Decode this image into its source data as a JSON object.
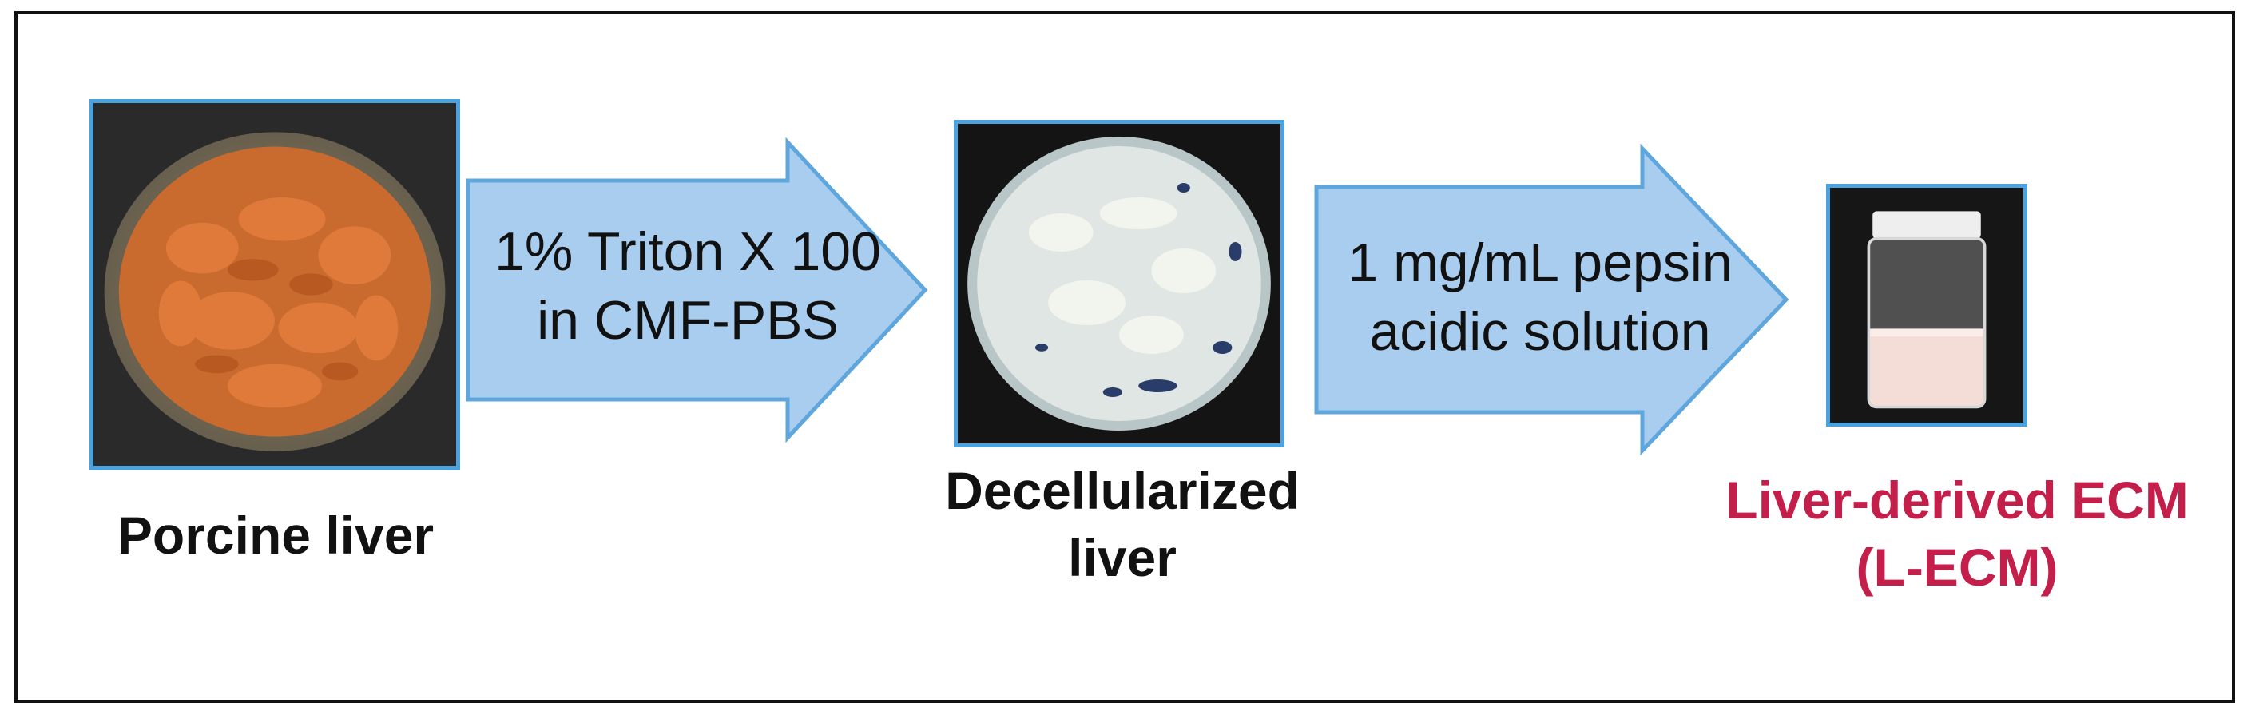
{
  "steps": [
    {
      "label_lines": [
        "Porcine liver"
      ]
    },
    {
      "label_lines": [
        "Decellularized",
        "liver"
      ]
    },
    {
      "label_lines": [
        "Liver-derived ECM",
        "(L-ECM)"
      ]
    }
  ],
  "arrows": [
    {
      "lines": [
        "1% Triton X 100",
        "in CMF-PBS"
      ]
    },
    {
      "lines": [
        "1 mg/mL pepsin",
        "acidic solution"
      ]
    }
  ],
  "colors": {
    "photo_border": "#4aa3df",
    "arrow_fill": "#a9cdee",
    "arrow_stroke": "#5fa6dd",
    "final_label": "#c41e4a",
    "frame": "#111111"
  }
}
